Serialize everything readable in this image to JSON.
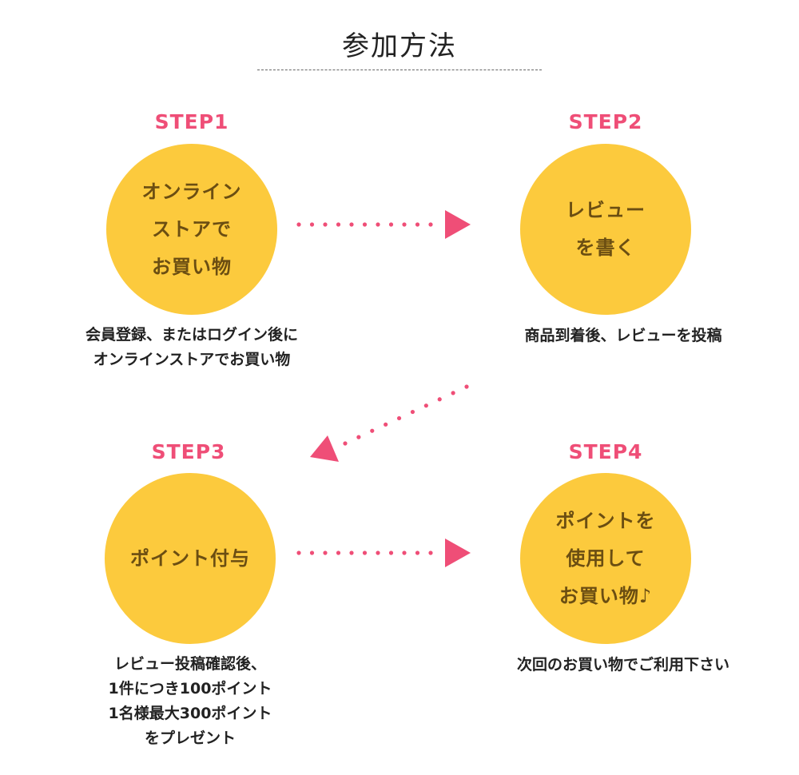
{
  "title": "参加方法",
  "colors": {
    "accent": "#ef4e77",
    "circle": "#fcca3d",
    "circle_text": "#6b4e12"
  },
  "steps": [
    {
      "label": "STEP1",
      "circle_lines": [
        "オンライン",
        "ストアで",
        "お買い物"
      ],
      "caption_lines": [
        "会員登録、またはログイン後に",
        "オンラインストアでお買い物"
      ]
    },
    {
      "label": "STEP2",
      "circle_lines": [
        "レビュー",
        "を書く"
      ],
      "caption_lines": [
        "商品到着後、レビューを投稿"
      ]
    },
    {
      "label": "STEP3",
      "circle_lines": [
        "ポイント付与"
      ],
      "caption_lines": [
        "レビュー投稿確認後、",
        "1件につき100ポイント",
        "1名様最大300ポイント",
        "をプレゼント"
      ]
    },
    {
      "label": "STEP4",
      "circle_lines": [
        "ポイントを",
        "使用して",
        "お買い物♪"
      ],
      "caption_lines": [
        "次回のお買い物でご利用下さい"
      ]
    }
  ],
  "arrows": [
    {
      "name": "arrow-step1-to-step2",
      "direction": "right"
    },
    {
      "name": "arrow-step2-to-step3",
      "direction": "down-left"
    },
    {
      "name": "arrow-step3-to-step4",
      "direction": "right"
    }
  ]
}
